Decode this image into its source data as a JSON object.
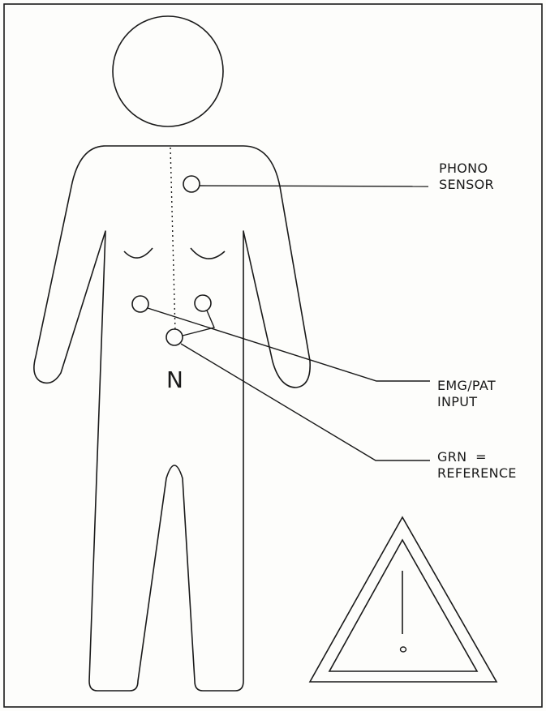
{
  "labels": {
    "phono_line1": "PHONO",
    "phono_line2": "SENSOR",
    "emg_line1": "EMG/PAT",
    "emg_line2": "INPUT",
    "grn_line1": "GRN  =",
    "grn_line2": "REFERENCE",
    "neutral_marker": "N"
  },
  "symbols": {
    "warning": "exclamation-triangle",
    "ink_color": "#1a1a1a"
  }
}
